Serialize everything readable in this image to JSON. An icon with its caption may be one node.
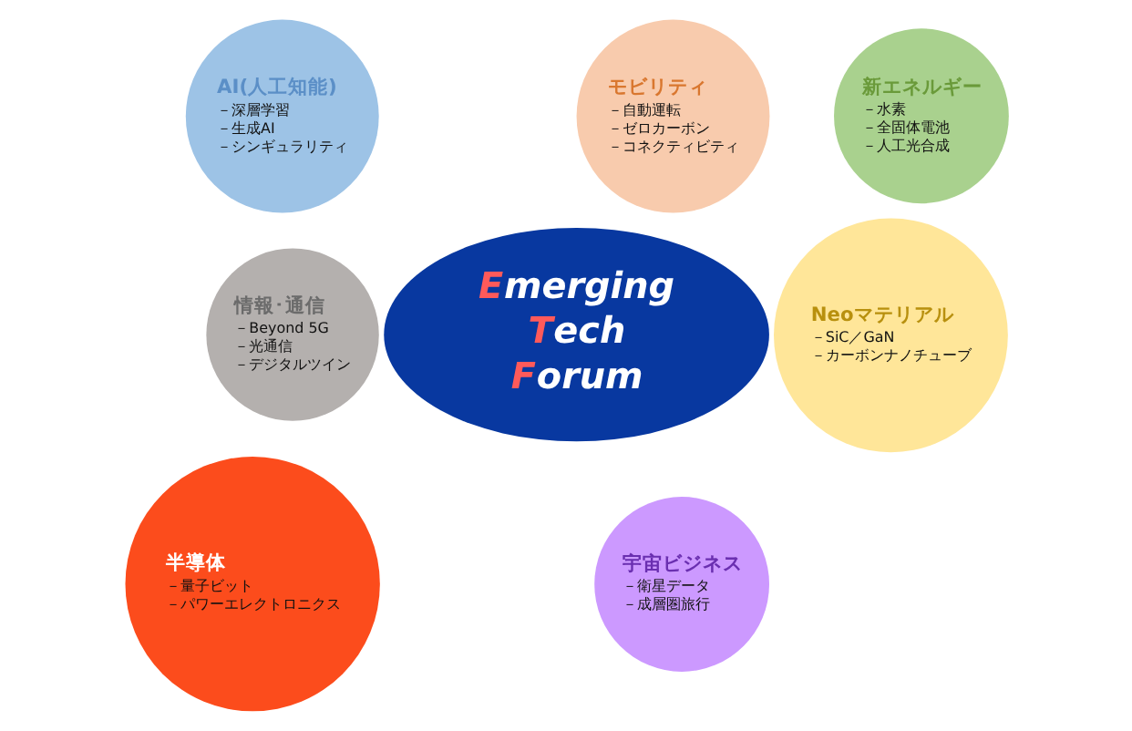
{
  "diagram": {
    "nodes": [
      {
        "text": [
          "AI(人工知能)",
          "－深層学習",
          "－生成AI",
          "－シンギュラリティ"
        ]
      },
      {
        "text": [
          "モビリティ",
          "－自動運転",
          "－ゼロカーボン",
          "－コネクティビティ"
        ]
      },
      {
        "text": [
          "新エネルギー",
          "－水素",
          "－全固体電池",
          "－人工光合成"
        ]
      },
      {
        "text": [
          "情報･通信",
          "－Beyond 5G",
          "－光通信",
          "－デジタルツイン"
        ]
      },
      {
        "text": [
          "Emerging Tech Forum"
        ]
      },
      {
        "text": [
          "Neoマテリアル",
          "－SiC／GaN",
          "－カーボンナノチューブ"
        ]
      },
      {
        "text": [
          "半導体",
          "－量子ビット",
          "－パワーエレクトロニクス"
        ]
      },
      {
        "text": [
          "宇宙ビジネス",
          "－衛星データ",
          "－成層圏旅行"
        ]
      }
    ],
    "edges": []
  }
}
